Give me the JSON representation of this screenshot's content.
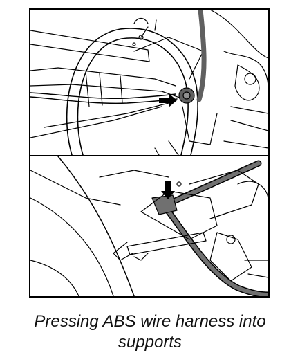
{
  "figure": {
    "panels": [
      {
        "name": "top-view",
        "arrow_icon": "push-arrow-icon"
      },
      {
        "name": "bottom-view",
        "arrow_icon": "push-arrow-icon"
      }
    ],
    "line_color": "#000000",
    "shade_color": "#606060"
  },
  "caption": {
    "line1": "Pressing ABS wire harness into",
    "line2": "supports"
  }
}
